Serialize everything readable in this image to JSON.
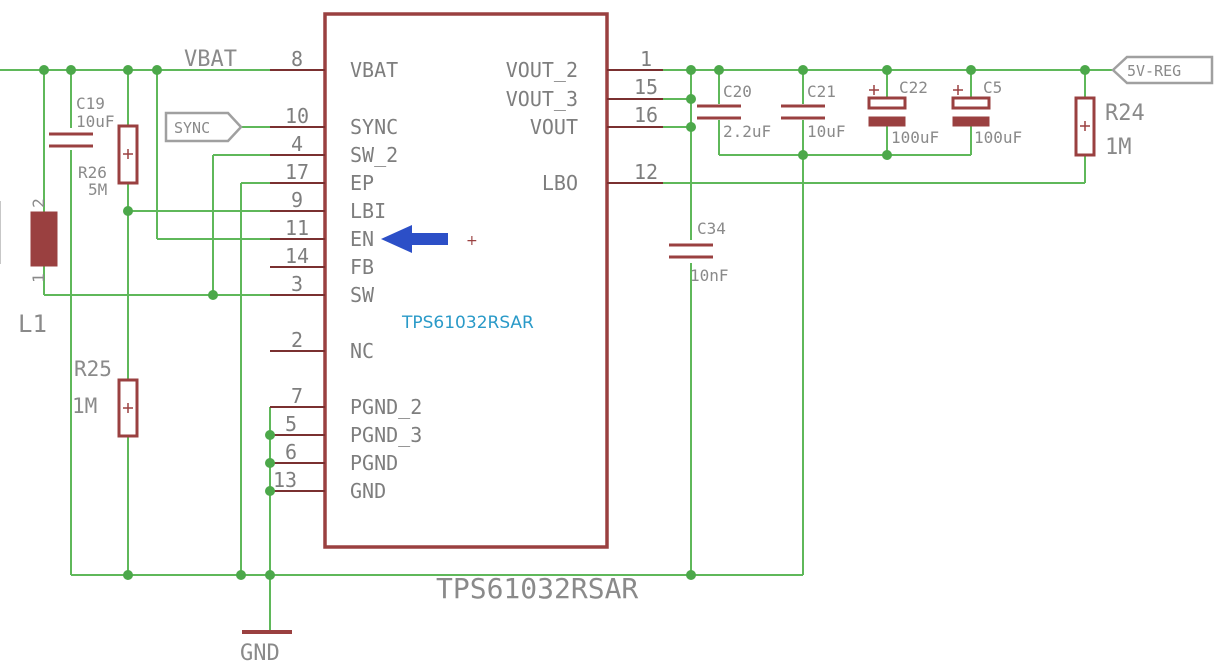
{
  "chip": {
    "name": "TPS61032RSAR",
    "footer_label": "TPS61032RSAR",
    "left_pins": [
      {
        "num": "8",
        "name": "VBAT"
      },
      {
        "num": "10",
        "name": "SYNC"
      },
      {
        "num": "4",
        "name": "SW_2"
      },
      {
        "num": "17",
        "name": "EP"
      },
      {
        "num": "9",
        "name": "LBI"
      },
      {
        "num": "11",
        "name": "EN"
      },
      {
        "num": "14",
        "name": "FB"
      },
      {
        "num": "3",
        "name": "SW"
      },
      {
        "num": "2",
        "name": "NC"
      },
      {
        "num": "7",
        "name": "PGND_2"
      },
      {
        "num": "5",
        "name": "PGND_3"
      },
      {
        "num": "6",
        "name": "PGND"
      },
      {
        "num": "13",
        "name": "GND"
      }
    ],
    "right_pins": [
      {
        "num": "1",
        "name": "VOUT_2"
      },
      {
        "num": "15",
        "name": "VOUT_3"
      },
      {
        "num": "16",
        "name": "VOUT"
      },
      {
        "num": "12",
        "name": "LBO"
      }
    ]
  },
  "nets": {
    "vbat": "VBAT",
    "gnd": "GND",
    "sync_port": "SYNC",
    "out_port": "5V-REG"
  },
  "components": {
    "C19": {
      "ref": "C19",
      "value": "10uF"
    },
    "R26": {
      "ref": "R26",
      "value": "5M"
    },
    "L1": {
      "ref": "L1",
      "pin_a": "2",
      "pin_b": "1"
    },
    "R25": {
      "ref": "R25",
      "value": "1M"
    },
    "C20": {
      "ref": "C20",
      "value": "2.2uF"
    },
    "C21": {
      "ref": "C21",
      "value": "10uF"
    },
    "C22": {
      "ref": "C22",
      "value": "100uF"
    },
    "C5": {
      "ref": "C5",
      "value": "100uF"
    },
    "C34": {
      "ref": "C34",
      "value": "10nF"
    },
    "R24": {
      "ref": "R24",
      "value": "1M"
    }
  },
  "annotation": {
    "plus_mark": "+"
  },
  "colors": {
    "wire": "#5fb85a",
    "component": "#9a4040",
    "arrow": "#2c4fc7",
    "chip_label": "#2a9ac8"
  }
}
